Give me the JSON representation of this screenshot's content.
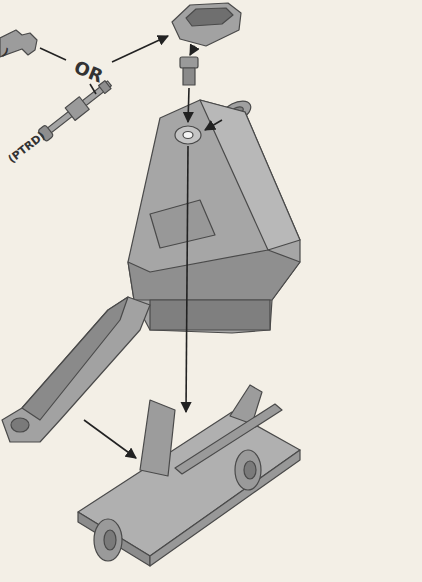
{
  "diagram": {
    "labels": [
      ")",
      "OR",
      "(PTRD)"
    ]
  }
}
